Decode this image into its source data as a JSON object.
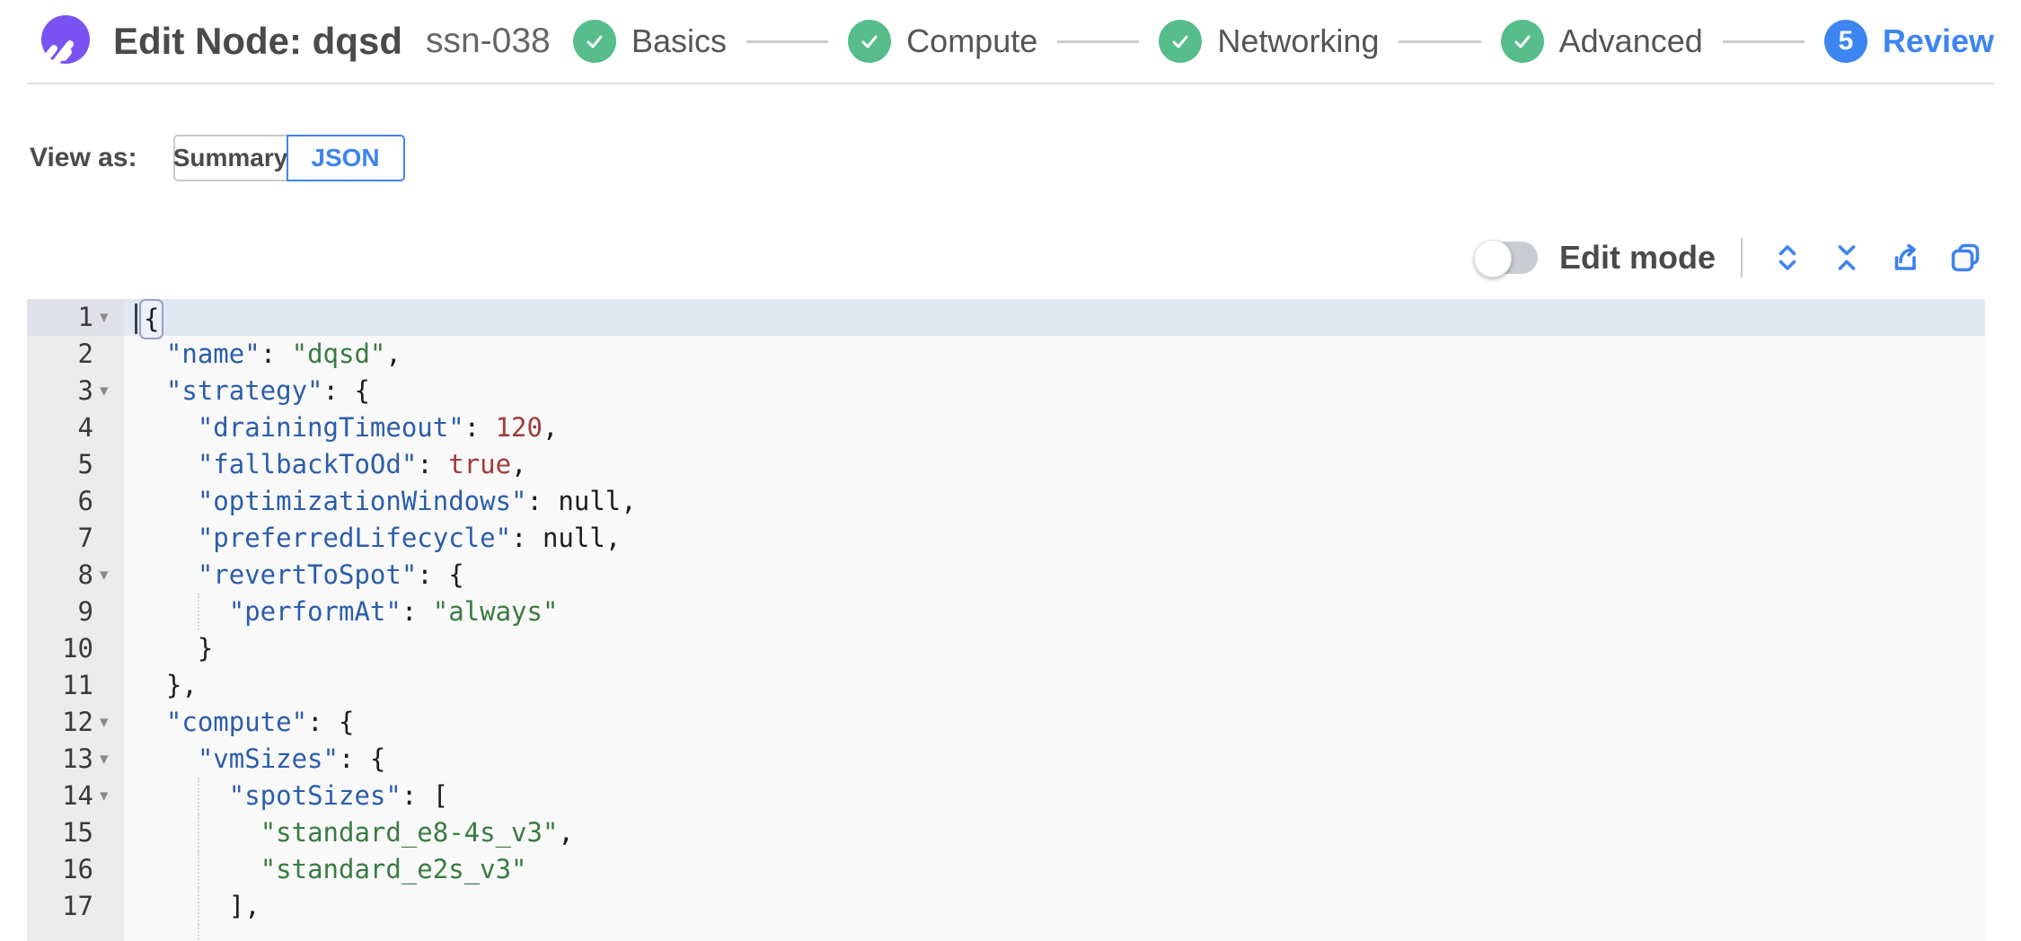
{
  "header": {
    "title": "Edit Node: dqsd",
    "subtitle": "ssn-038",
    "steps": [
      {
        "label": "Basics",
        "status": "complete"
      },
      {
        "label": "Compute",
        "status": "complete"
      },
      {
        "label": "Networking",
        "status": "complete"
      },
      {
        "label": "Advanced",
        "status": "complete"
      },
      {
        "label": "Review",
        "status": "current",
        "number": "5"
      }
    ]
  },
  "view_as": {
    "label": "View as:",
    "options": [
      {
        "label": "Summary",
        "selected": false
      },
      {
        "label": "JSON",
        "selected": true
      }
    ]
  },
  "toolbar": {
    "edit_mode_label": "Edit mode",
    "edit_mode_on": false,
    "icons": [
      "expand-all",
      "collapse-all",
      "export",
      "copy"
    ]
  },
  "colors": {
    "accent_blue": "#3d85f0",
    "step_green": "#56bd8b",
    "logo_purple": "#7b52f2",
    "json_key": "#2b5dab",
    "json_string": "#3a7b42",
    "json_number": "#a03b3b",
    "active_line": "#e3e7f1"
  },
  "editor": {
    "lines": [
      {
        "n": "1",
        "fold": true,
        "active": true,
        "tokens": [
          {
            "c": "box",
            "t": "{"
          }
        ]
      },
      {
        "n": "2",
        "tokens": [
          {
            "c": "p",
            "t": "  "
          },
          {
            "c": "k",
            "t": "\"name\""
          },
          {
            "c": "p",
            "t": ": "
          },
          {
            "c": "s",
            "t": "\"dqsd\""
          },
          {
            "c": "p",
            "t": ","
          }
        ]
      },
      {
        "n": "3",
        "fold": true,
        "tokens": [
          {
            "c": "p",
            "t": "  "
          },
          {
            "c": "k",
            "t": "\"strategy\""
          },
          {
            "c": "p",
            "t": ": {"
          }
        ]
      },
      {
        "n": "4",
        "tokens": [
          {
            "c": "p",
            "t": "    "
          },
          {
            "c": "k",
            "t": "\"drainingTimeout\""
          },
          {
            "c": "p",
            "t": ": "
          },
          {
            "c": "n",
            "t": "120"
          },
          {
            "c": "p",
            "t": ","
          }
        ]
      },
      {
        "n": "5",
        "tokens": [
          {
            "c": "p",
            "t": "    "
          },
          {
            "c": "k",
            "t": "\"fallbackToOd\""
          },
          {
            "c": "p",
            "t": ": "
          },
          {
            "c": "b",
            "t": "true"
          },
          {
            "c": "p",
            "t": ","
          }
        ]
      },
      {
        "n": "6",
        "tokens": [
          {
            "c": "p",
            "t": "    "
          },
          {
            "c": "k",
            "t": "\"optimizationWindows\""
          },
          {
            "c": "p",
            "t": ": "
          },
          {
            "c": "u",
            "t": "null"
          },
          {
            "c": "p",
            "t": ","
          }
        ]
      },
      {
        "n": "7",
        "tokens": [
          {
            "c": "p",
            "t": "    "
          },
          {
            "c": "k",
            "t": "\"preferredLifecycle\""
          },
          {
            "c": "p",
            "t": ": "
          },
          {
            "c": "u",
            "t": "null"
          },
          {
            "c": "p",
            "t": ","
          }
        ]
      },
      {
        "n": "8",
        "fold": true,
        "tokens": [
          {
            "c": "p",
            "t": "    "
          },
          {
            "c": "k",
            "t": "\"revertToSpot\""
          },
          {
            "c": "p",
            "t": ": {"
          }
        ]
      },
      {
        "n": "9",
        "guides": [
          4
        ],
        "tokens": [
          {
            "c": "p",
            "t": "      "
          },
          {
            "c": "k",
            "t": "\"performAt\""
          },
          {
            "c": "p",
            "t": ": "
          },
          {
            "c": "s",
            "t": "\"always\""
          }
        ]
      },
      {
        "n": "10",
        "tokens": [
          {
            "c": "p",
            "t": "    }"
          }
        ]
      },
      {
        "n": "11",
        "tokens": [
          {
            "c": "p",
            "t": "  },"
          }
        ]
      },
      {
        "n": "12",
        "fold": true,
        "tokens": [
          {
            "c": "p",
            "t": "  "
          },
          {
            "c": "k",
            "t": "\"compute\""
          },
          {
            "c": "p",
            "t": ": {"
          }
        ]
      },
      {
        "n": "13",
        "fold": true,
        "tokens": [
          {
            "c": "p",
            "t": "    "
          },
          {
            "c": "k",
            "t": "\"vmSizes\""
          },
          {
            "c": "p",
            "t": ": {"
          }
        ]
      },
      {
        "n": "14",
        "fold": true,
        "guides": [
          4
        ],
        "tokens": [
          {
            "c": "p",
            "t": "      "
          },
          {
            "c": "k",
            "t": "\"spotSizes\""
          },
          {
            "c": "p",
            "t": ": ["
          }
        ]
      },
      {
        "n": "15",
        "guides": [
          4
        ],
        "tokens": [
          {
            "c": "p",
            "t": "        "
          },
          {
            "c": "s",
            "t": "\"standard_e8-4s_v3\""
          },
          {
            "c": "p",
            "t": ","
          }
        ]
      },
      {
        "n": "16",
        "guides": [
          4
        ],
        "tokens": [
          {
            "c": "p",
            "t": "        "
          },
          {
            "c": "s",
            "t": "\"standard_e2s_v3\""
          }
        ]
      },
      {
        "n": "17",
        "guides": [
          4
        ],
        "tokens": [
          {
            "c": "p",
            "t": "      ],"
          }
        ]
      },
      {
        "n": "",
        "guides": [
          4
        ],
        "tokens": []
      }
    ]
  }
}
